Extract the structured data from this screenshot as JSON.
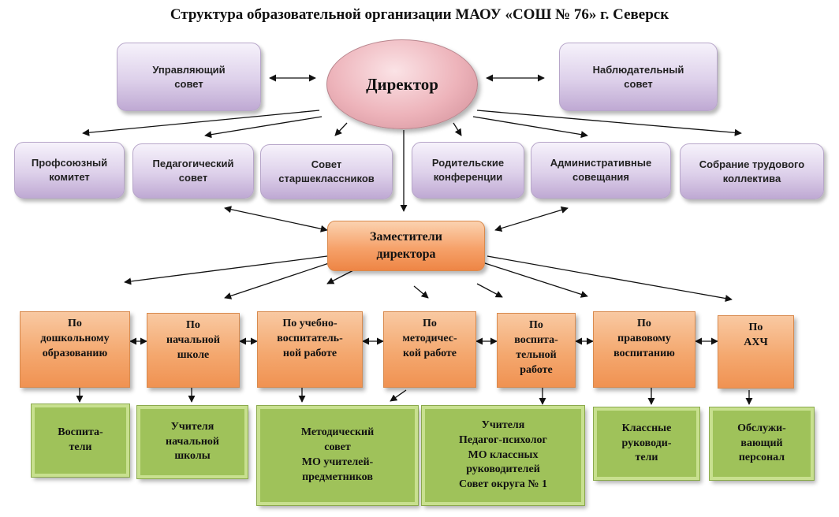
{
  "title": "Структура образовательной организации МАОУ «СОШ № 76» г. Северск",
  "top": {
    "director": "Директор",
    "governing_council": "Управляющий\nсовет",
    "supervisory_council": "Наблюдательный\nсовет"
  },
  "councils": [
    "Профсоюзный\nкомитет",
    "Педагогический\nсовет",
    "Совет\nстаршеклассников",
    "Родительские\nконференции",
    "Административные\nсовещания",
    "Собрание трудового\nколлектива"
  ],
  "deputies": "Заместители\nдиректора",
  "departments": [
    "По\nдошкольному\nобразованию",
    "По\nначальной\nшколе",
    "По учебно-\nвоспитатель-\nной работе",
    "По\nметодичес-\nкой работе",
    "По\nвоспита-\nтельной\nработе",
    "По\nправовому\nвоспитанию",
    "По\nАХЧ"
  ],
  "staff": [
    "Воспита-\nтели",
    "Учителя\nначальной\nшколы",
    "Методический\nсовет\nМО учителей-\nпредметников",
    "Учителя\nПедагог-психолог\nМО классных\nруководителей\nСовет округа № 1",
    "Классные\nруководи-\nтели",
    "Обслужи-\nвающий\nперсонал"
  ]
}
